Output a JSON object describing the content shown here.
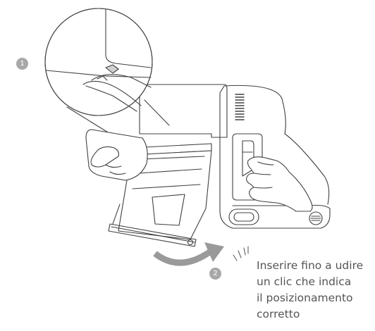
{
  "steps": {
    "step1": "1",
    "step2": "2"
  },
  "caption": {
    "line1": "Inserire fino a udire",
    "line2": "un clic che indica",
    "line3": "il posizionamento",
    "line4": "corretto"
  },
  "colors": {
    "line": "#404040",
    "badge": "#a8a8a8",
    "arrow": "#9a9a9a",
    "text": "#555555"
  }
}
